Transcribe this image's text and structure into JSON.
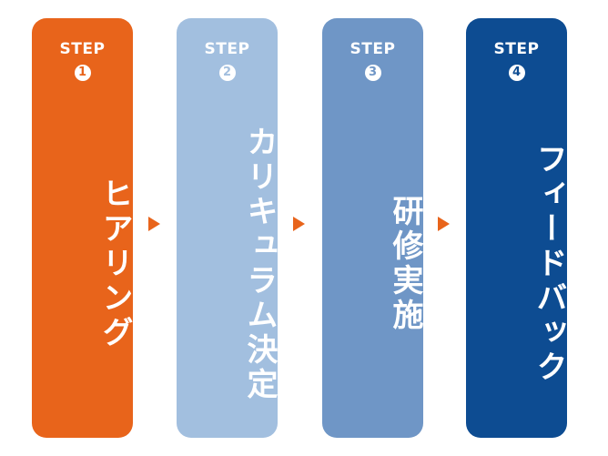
{
  "colors": {
    "step1": "#e8641b",
    "step2": "#a2bfdf",
    "step3": "#6f96c6",
    "step4": "#0d4c92",
    "arrow": "#e8641b"
  },
  "steps": [
    {
      "label": "STEP",
      "number": "1",
      "title": "ヒアリング"
    },
    {
      "label": "STEP",
      "number": "2",
      "title": "カリキュラム決定"
    },
    {
      "label": "STEP",
      "number": "3",
      "title": "研修実施"
    },
    {
      "label": "STEP",
      "number": "4",
      "title": "フィードバック"
    }
  ]
}
